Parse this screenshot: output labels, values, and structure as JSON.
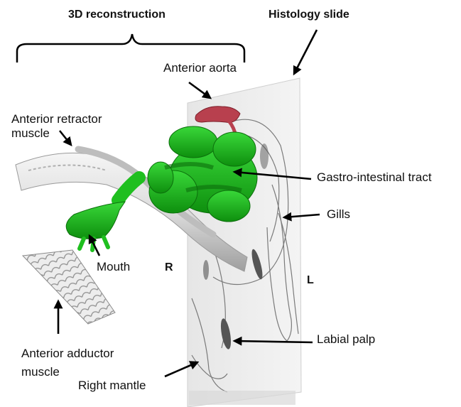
{
  "headers": {
    "reconstruction": "3D reconstruction",
    "histology": "Histology slide"
  },
  "labels": {
    "anterior_aorta": "Anterior aorta",
    "anterior_retractor_muscle_line1": "Anterior retractor",
    "anterior_retractor_muscle_line2": "muscle",
    "gastro_intestinal_tract": "Gastro-intestinal tract",
    "gills": "Gills",
    "mouth": "Mouth",
    "right_marker": "R",
    "left_marker": "L",
    "anterior_adductor_muscle_line1": "Anterior adductor",
    "anterior_adductor_muscle_line2": "muscle",
    "labial_palp": "Labial palp",
    "right_mantle": "Right mantle"
  },
  "colors": {
    "gastro_intestinal": "#1fbf1f",
    "gastro_intestinal_dark": "#108a10",
    "aorta": "#b8404e",
    "muscle": "#e2e2e2",
    "muscle_shadow": "#9a9a9a",
    "slide": "#ececec",
    "tissue_line": "#7a7a7a",
    "arrow": "#000000"
  }
}
